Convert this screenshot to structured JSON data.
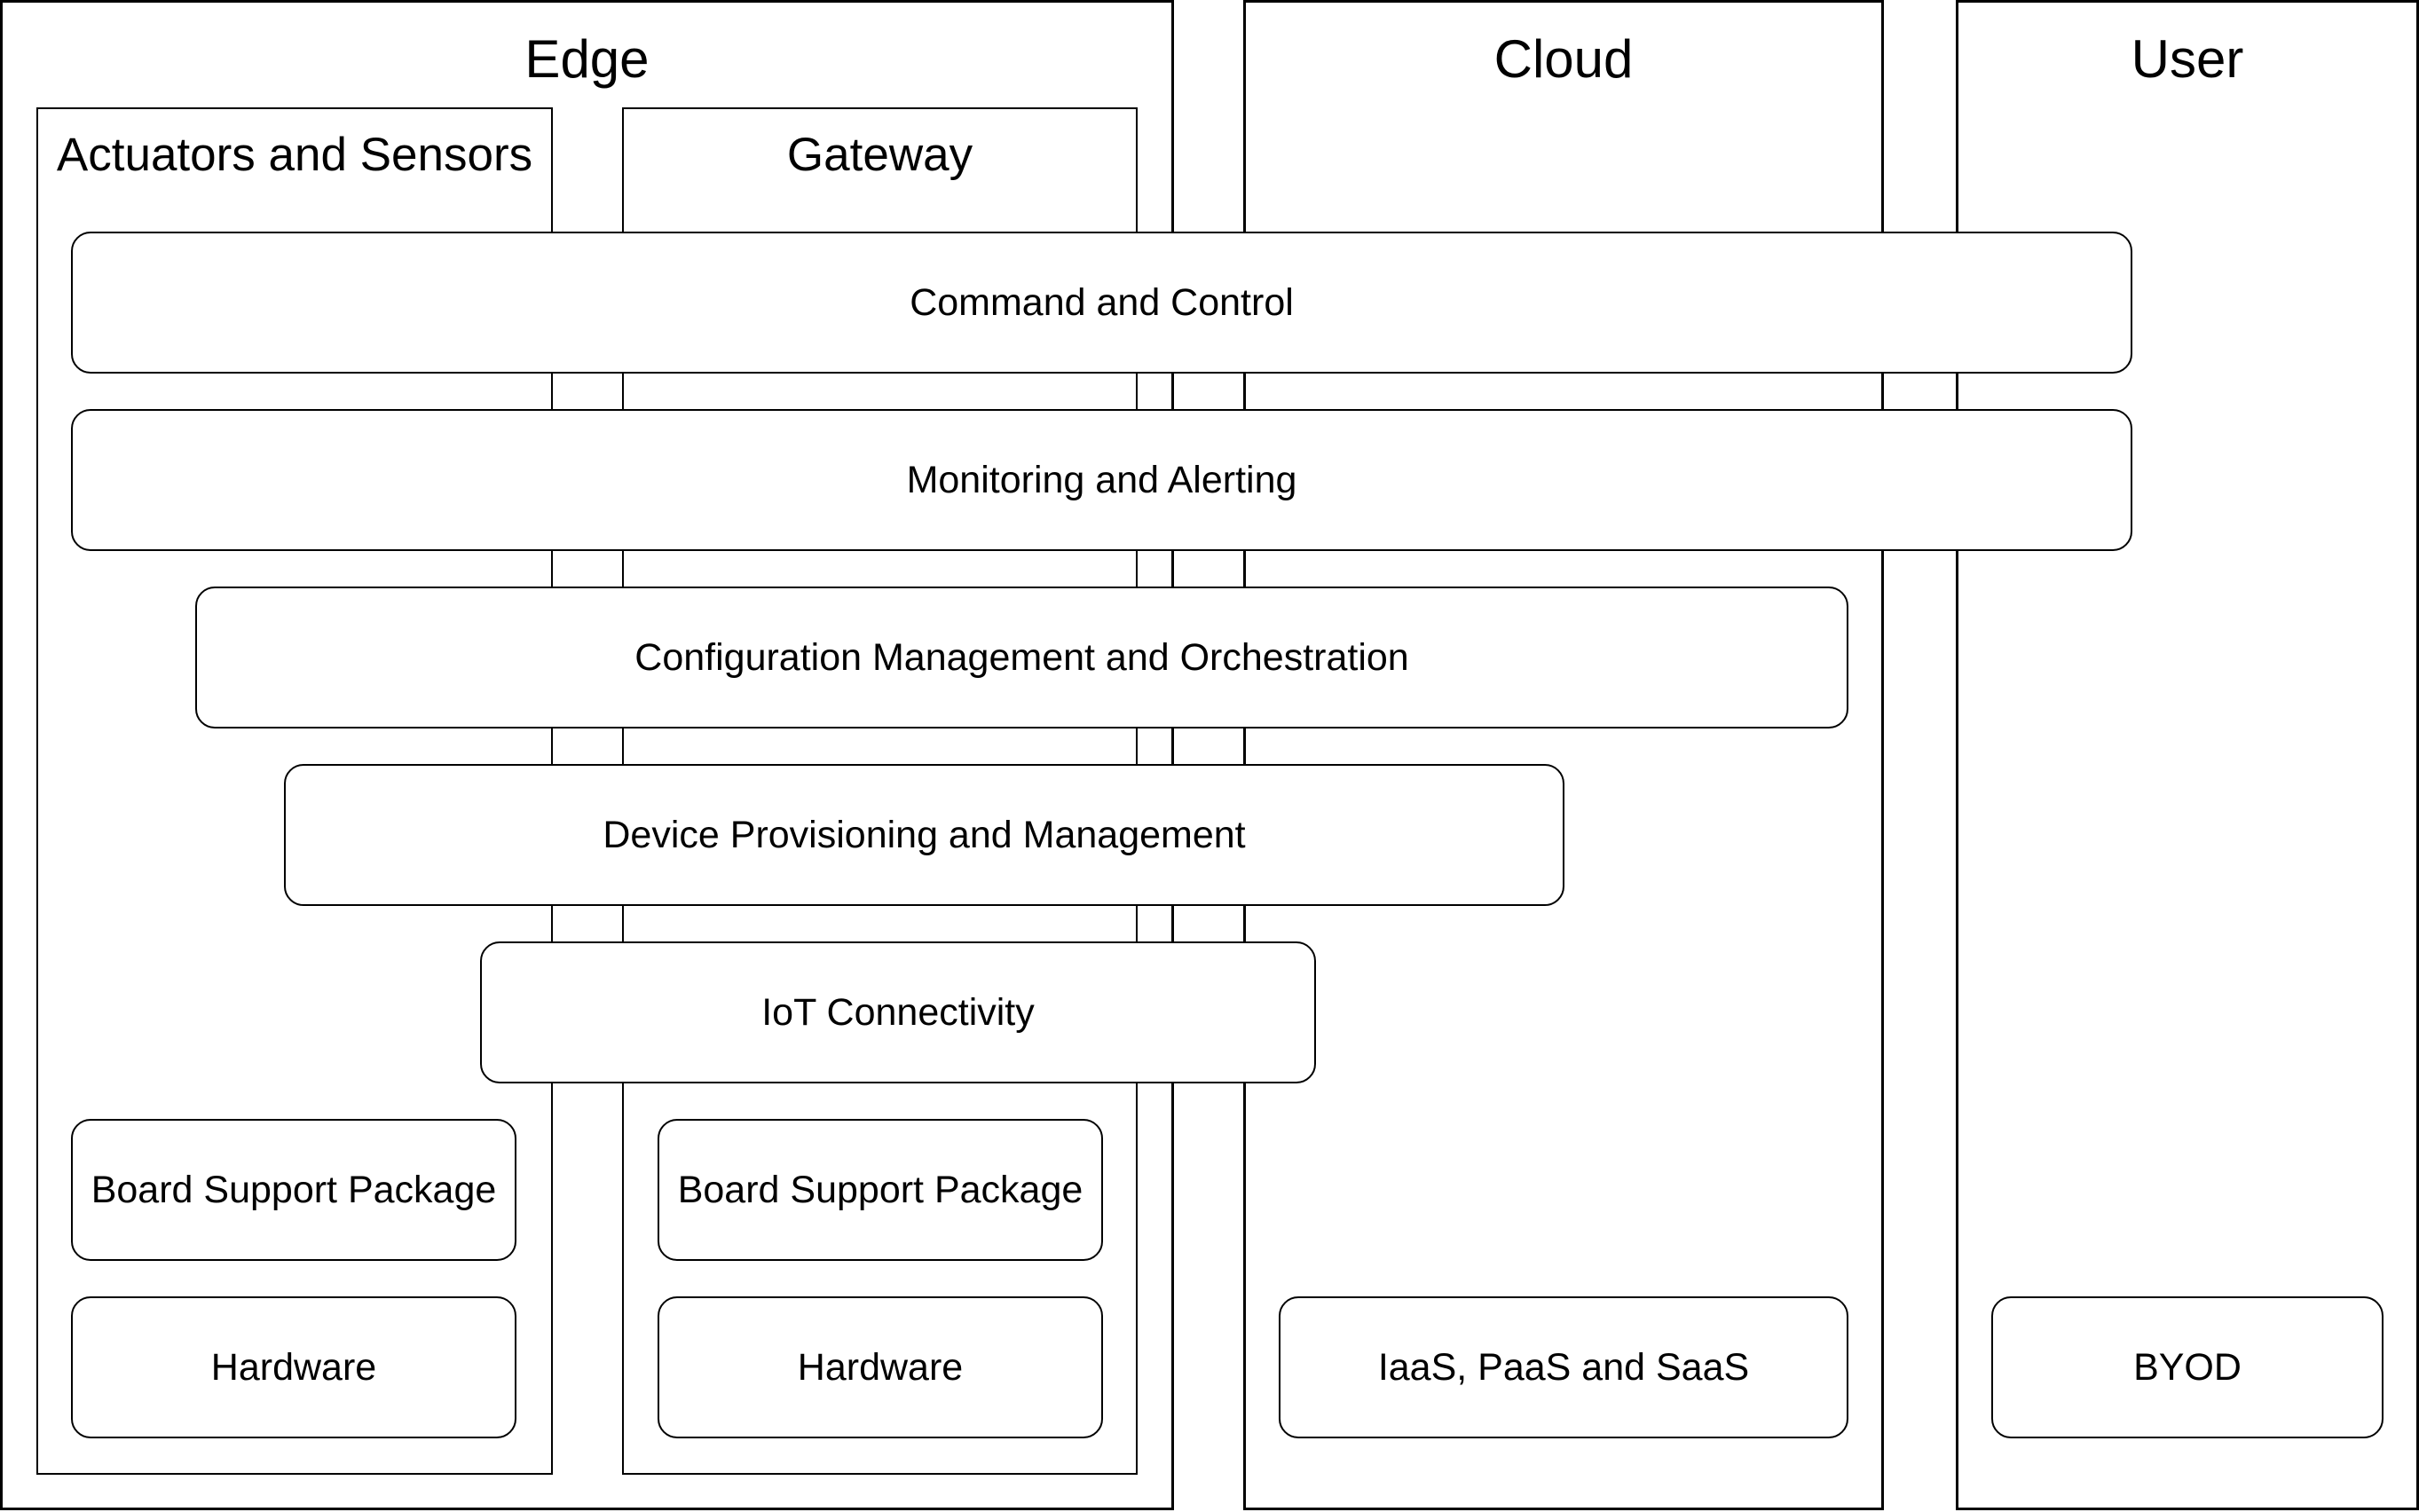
{
  "columns": {
    "edge": "Edge",
    "cloud": "Cloud",
    "user": "User"
  },
  "edge_groups": {
    "actuators_sensors": "Actuators and Sensors",
    "gateway": "Gateway"
  },
  "layers": {
    "command_control": "Command and Control",
    "monitoring_alerting": "Monitoring and Alerting",
    "config_orchestration": "Configuration Management and Orchestration",
    "device_provisioning": "Device Provisioning and Management",
    "iot_connectivity": "IoT Connectivity"
  },
  "components": {
    "as_bsp": "Board Support Package",
    "as_hardware": "Hardware",
    "gw_bsp": "Board Support Package",
    "gw_hardware": "Hardware",
    "cloud_services": "IaaS, PaaS and SaaS",
    "byod": "BYOD"
  }
}
